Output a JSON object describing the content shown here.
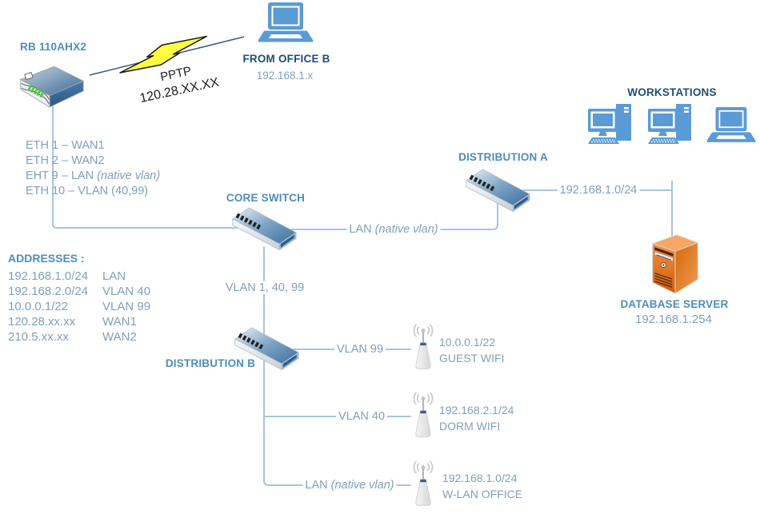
{
  "colors": {
    "accent_blue": "#5B9BD5",
    "heading_blue": "#4E8CBE",
    "heading_dark": "#1F4E79",
    "muted_blue": "#7FA0BC",
    "line_blue": "#A6C5E1",
    "server_orange": "#E0761F",
    "bolt_yellow": "#FFFF3D"
  },
  "router": {
    "label": "RB 110AHX2"
  },
  "pptp": {
    "protocol": "PPTP",
    "ip": "120.28.XX.XX"
  },
  "office_b": {
    "label": "FROM OFFICE B",
    "ip": "192.168.1.x"
  },
  "eth": {
    "line1": "ETH 1 – WAN1",
    "line2": "ETH 2 – WAN2",
    "line3_plain": "EHT 9 – LAN ",
    "line3_italic": "(native vlan)",
    "line4": "ETH 10 – VLAN (40,99)"
  },
  "addresses": {
    "title": "ADDRESSES :",
    "rows": [
      {
        "ip": "192.168.1.0/24",
        "name": "LAN"
      },
      {
        "ip": "192.168.2.0/24",
        "name": "VLAN 40"
      },
      {
        "ip": "10.0.0.1/22",
        "name": "VLAN 99"
      },
      {
        "ip": "120.28.xx.xx",
        "name": "WAN1"
      },
      {
        "ip": "210.5.xx.xx",
        "name": "WAN2"
      }
    ]
  },
  "core_switch": {
    "label": "CORE SWITCH"
  },
  "distribution_a": {
    "label": "DISTRIBUTION A"
  },
  "distribution_b": {
    "label": "DISTRIBUTION B"
  },
  "workstations": {
    "label": "WORKSTATIONS"
  },
  "database_server": {
    "label": "DATABASE SERVER",
    "ip": "192.168.1.254"
  },
  "links": {
    "core_to_dist_a_plain": "LAN ",
    "core_to_dist_a_italic": "(native vlan)",
    "dist_a_to_workstations": "192.168.1.0/24",
    "core_to_dist_b": "VLAN 1, 40, 99",
    "vlan99": "VLAN 99",
    "vlan40": "VLAN 40",
    "dist_b_to_wlan_plain": "LAN ",
    "dist_b_to_wlan_italic": "(native vlan)"
  },
  "access_points": [
    {
      "ip": "10.0.0.1/22",
      "name": "GUEST WIFI"
    },
    {
      "ip": "192.168.2.1/24",
      "name": "DORM WIFI"
    },
    {
      "ip": "192.168.1.0/24",
      "name": "W-LAN OFFICE"
    }
  ]
}
